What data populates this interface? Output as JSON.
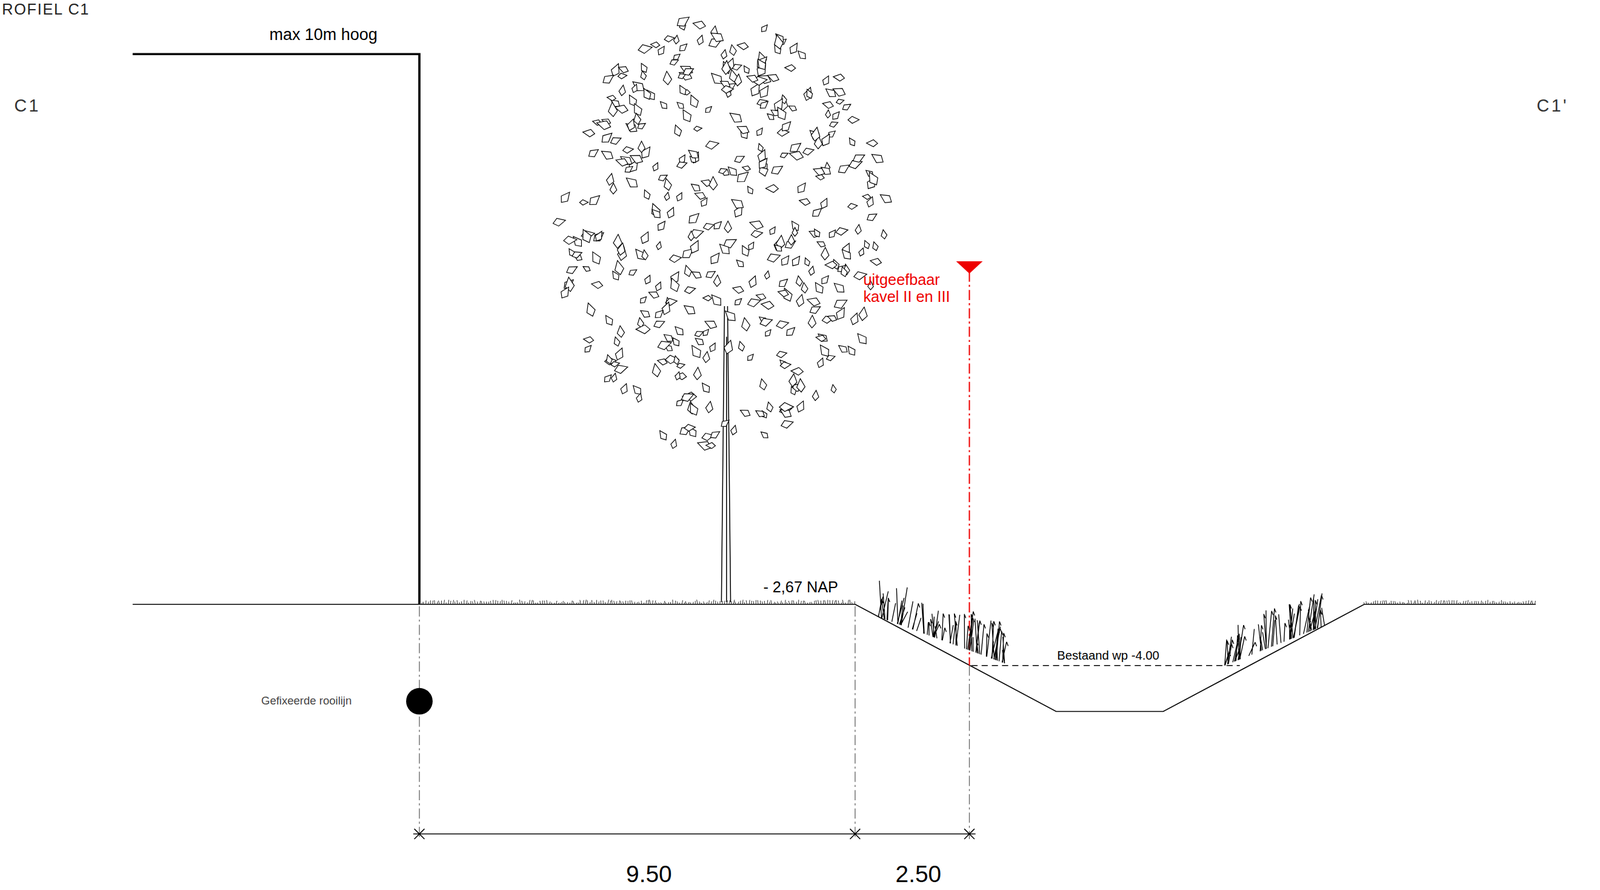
{
  "diagram": {
    "title": "ROFIEL C1",
    "labels": [
      "max 10m hoog",
      "C1",
      "C1'",
      "uitgeefbaar kavel II en III",
      "- 2,67 NAP",
      "Bestaand wp -4.00",
      "Gefixeerde rooilijn",
      "9.50",
      "2.50"
    ]
  }
}
